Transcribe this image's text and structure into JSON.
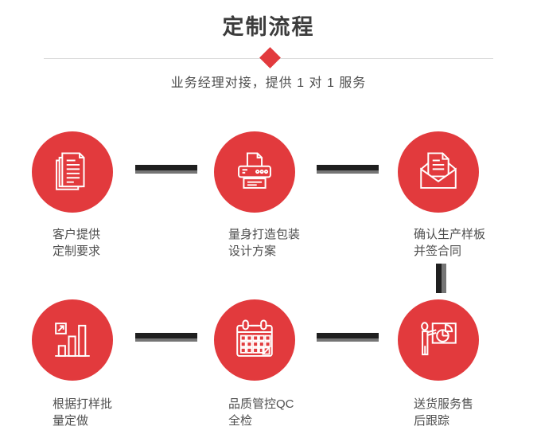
{
  "header": {
    "title": "定制流程",
    "subtitle": "业务经理对接，提供 1 对 1 服务"
  },
  "colors": {
    "accent_red": "#e23a3d",
    "title_text": "#3c3c3c",
    "subtitle_text": "#4c4c4c",
    "label_text": "#4f4f4f",
    "connector_dark": "#1f1f1f",
    "connector_gray": "#757575",
    "divider_line": "#dcdcdc",
    "icon_stroke": "#ffffff"
  },
  "steps": [
    {
      "icon": "documents-icon",
      "label_lines": [
        "客户提供",
        "定制要求"
      ]
    },
    {
      "icon": "printer-icon",
      "label_lines": [
        "量身打造包装",
        "设计方案"
      ]
    },
    {
      "icon": "envelope-icon",
      "label_lines": [
        "确认生产样板",
        "并签合同"
      ]
    },
    {
      "icon": "bar-chart-icon",
      "label_lines": [
        "根据打样批",
        "量定做"
      ]
    },
    {
      "icon": "calendar-icon",
      "label_lines": [
        "品质管控QC",
        "全检"
      ]
    },
    {
      "icon": "presenter-icon",
      "label_lines": [
        "送货服务售",
        "后跟踪"
      ]
    }
  ]
}
